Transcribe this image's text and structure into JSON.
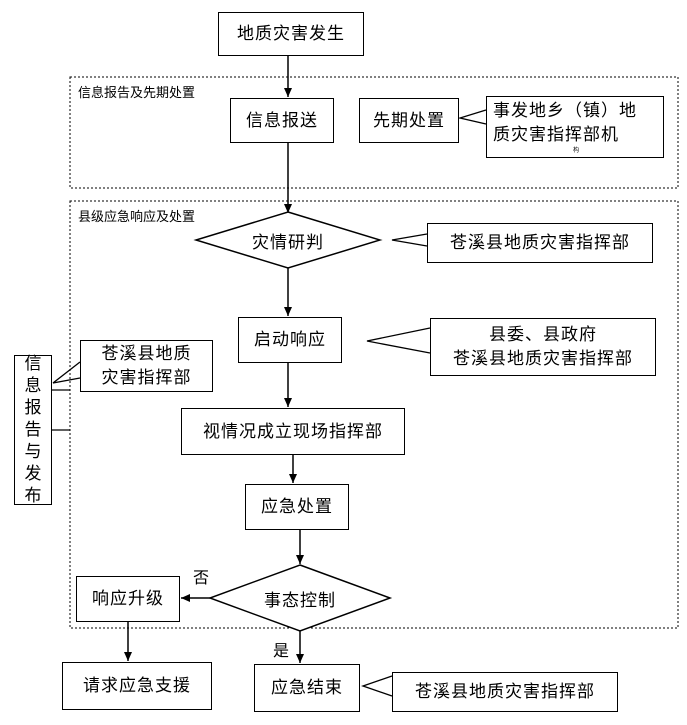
{
  "sections": {
    "info": "信息报告及先期处置",
    "county": "县级应急响应及处置"
  },
  "nodes": {
    "occur": "地质灾害发生",
    "report": "信息报送",
    "early": "先期处置",
    "judge": "灾情研判",
    "start": "启动响应",
    "site": "视情况成立现场指挥部",
    "handle": "应急处置",
    "control": "事态控制",
    "upgrade": "响应升级",
    "support": "请求应急支援",
    "end": "应急结束"
  },
  "callouts": {
    "township_line1": "事发地乡（镇）地",
    "township_line2": "质灾害指挥部机",
    "township_line3": "构",
    "cmd_judge": "苍溪县地质灾害指挥部",
    "gov_line1": "县委、县政府",
    "gov_line2": "苍溪县地质灾害指挥部",
    "left_cmd_line1": "苍溪县地质",
    "left_cmd_line2": "灾害指挥部",
    "cmd_end": "苍溪县地质灾害指挥部"
  },
  "side": [
    "信",
    "息",
    "报",
    "告",
    "与",
    "发",
    "布"
  ],
  "edges": {
    "no": "否",
    "yes": "是"
  }
}
